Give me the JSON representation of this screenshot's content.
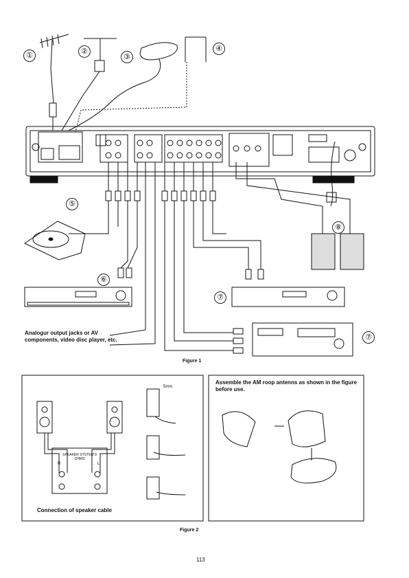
{
  "figure1": {
    "callouts": [
      "①",
      "②",
      "③",
      "④",
      "⑤",
      "⑥",
      "⑦",
      "⑦",
      "⑦",
      "⑧"
    ],
    "analog_note": "Analogur output jacks or AV components, video disc player, etc.",
    "caption": "Figure 1"
  },
  "figure2": {
    "speaker_box_label": "Connection of speaker cable",
    "speaker_system_label": "SPEAKER SYSTEM 8 OHMS",
    "dimension_label": "5mm",
    "channel_r": "R",
    "channel_l": "L",
    "antenna_note": "Assemble the AM roop antenns as shown in the figure before use.",
    "caption": "Figure 2"
  },
  "page_number": "113"
}
